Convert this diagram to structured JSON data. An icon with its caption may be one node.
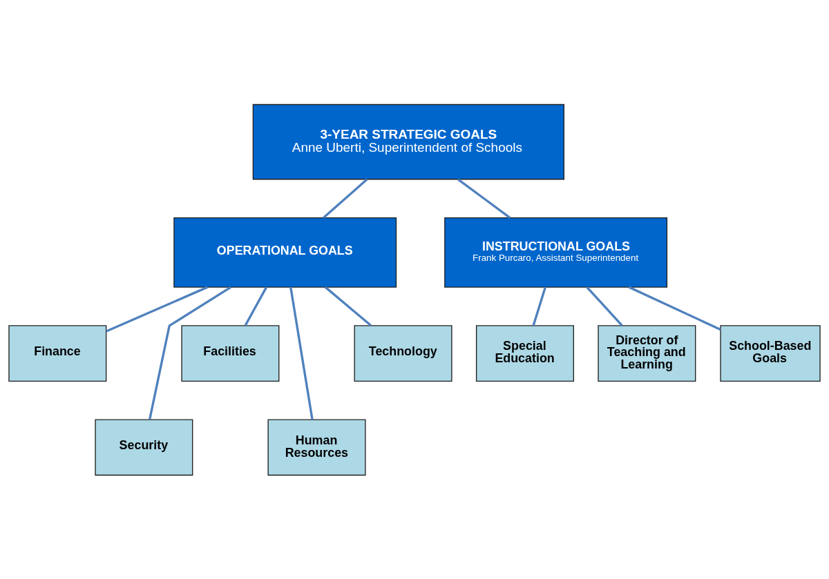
{
  "diagram": {
    "nodes": [
      {
        "text": [
          "3-YEAR STRATEGIC GOALS",
          "Anne Uberti, Superintendent of Schools"
        ]
      },
      {
        "text": [
          "OPERATIONAL GOALS"
        ]
      },
      {
        "text": [
          "INSTRUCTIONAL GOALS",
          "Frank Purcaro, Assistant Superintendent"
        ]
      },
      {
        "text": [
          "Finance"
        ]
      },
      {
        "text": [
          "Facilities"
        ]
      },
      {
        "text": [
          "Technology"
        ]
      },
      {
        "text": [
          "Special Education"
        ]
      },
      {
        "text": [
          "Director of Teaching and Learning"
        ]
      },
      {
        "text": [
          "School-Based Goals"
        ]
      },
      {
        "text": [
          "Security"
        ]
      },
      {
        "text": [
          "Human Resources"
        ]
      }
    ],
    "edges": [
      {
        "from": 0,
        "to": 1,
        "arrow": "none"
      },
      {
        "from": 0,
        "to": 2,
        "arrow": "none"
      },
      {
        "from": 1,
        "to": 3,
        "arrow": "none"
      },
      {
        "from": 1,
        "to": 9,
        "arrow": "none"
      },
      {
        "from": 1,
        "to": 4,
        "arrow": "none"
      },
      {
        "from": 1,
        "to": 10,
        "arrow": "none"
      },
      {
        "from": 1,
        "to": 5,
        "arrow": "none"
      },
      {
        "from": 2,
        "to": 6,
        "arrow": "none"
      },
      {
        "from": 2,
        "to": 7,
        "arrow": "none"
      },
      {
        "from": 2,
        "to": 8,
        "arrow": "none"
      }
    ]
  }
}
